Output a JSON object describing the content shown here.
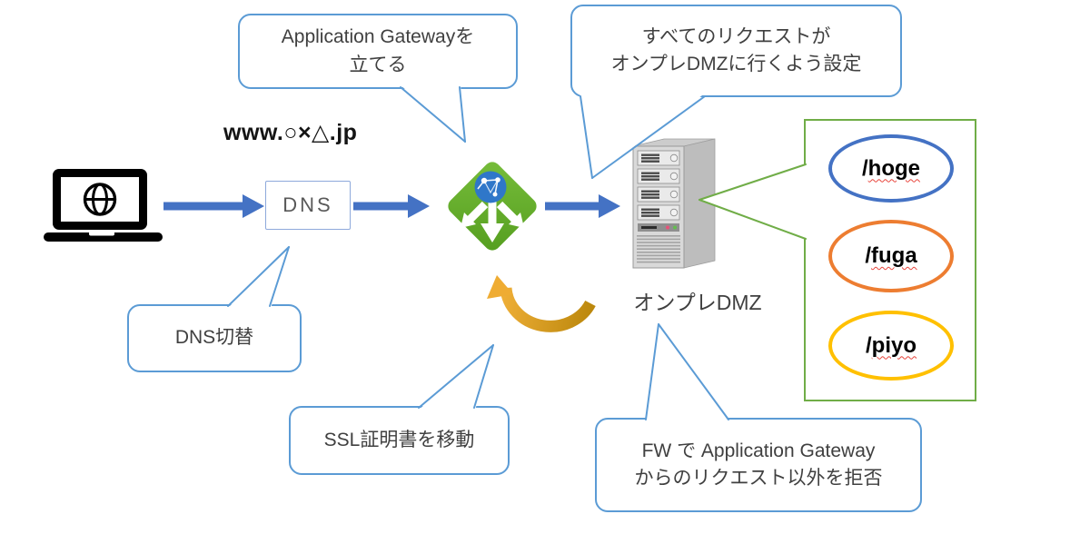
{
  "labels": {
    "domain": "www.○×△.jp",
    "dns": "DNS",
    "onprem_dmz": "オンプレDMZ"
  },
  "callouts": {
    "app_gateway": "Application Gatewayを\n立てる",
    "all_requests": "すべてのリクエストが\nオンプレDMZに行くよう設定",
    "dns_switch": "DNS切替",
    "ssl_cert": "SSL証明書を移動",
    "firewall": "FW で Application Gateway\nからのリクエスト以外を拒否"
  },
  "paths": [
    {
      "prefix": "/",
      "name": "hoge",
      "color": "#4472C4"
    },
    {
      "prefix": "/",
      "name": "fuga",
      "color": "#ED7D31"
    },
    {
      "prefix": "/",
      "name": "piyo",
      "color": "#FFC000"
    }
  ],
  "icons": {
    "client": "laptop-globe-icon",
    "gateway": "azure-application-gateway-icon",
    "server": "onprem-server-icon",
    "move_arrow": "curved-gold-arrow-icon"
  },
  "colors": {
    "flow_arrow": "#4472C4",
    "callout_border": "#5B9BD5",
    "dns_box_border": "#8EA9DB",
    "green_box": "#70AD47",
    "gateway_green": "#65AC29",
    "gateway_globe_blue": "#2F77C9",
    "gold_arrow": "#D79E1F",
    "spellcheck_red": "#E8453C"
  }
}
